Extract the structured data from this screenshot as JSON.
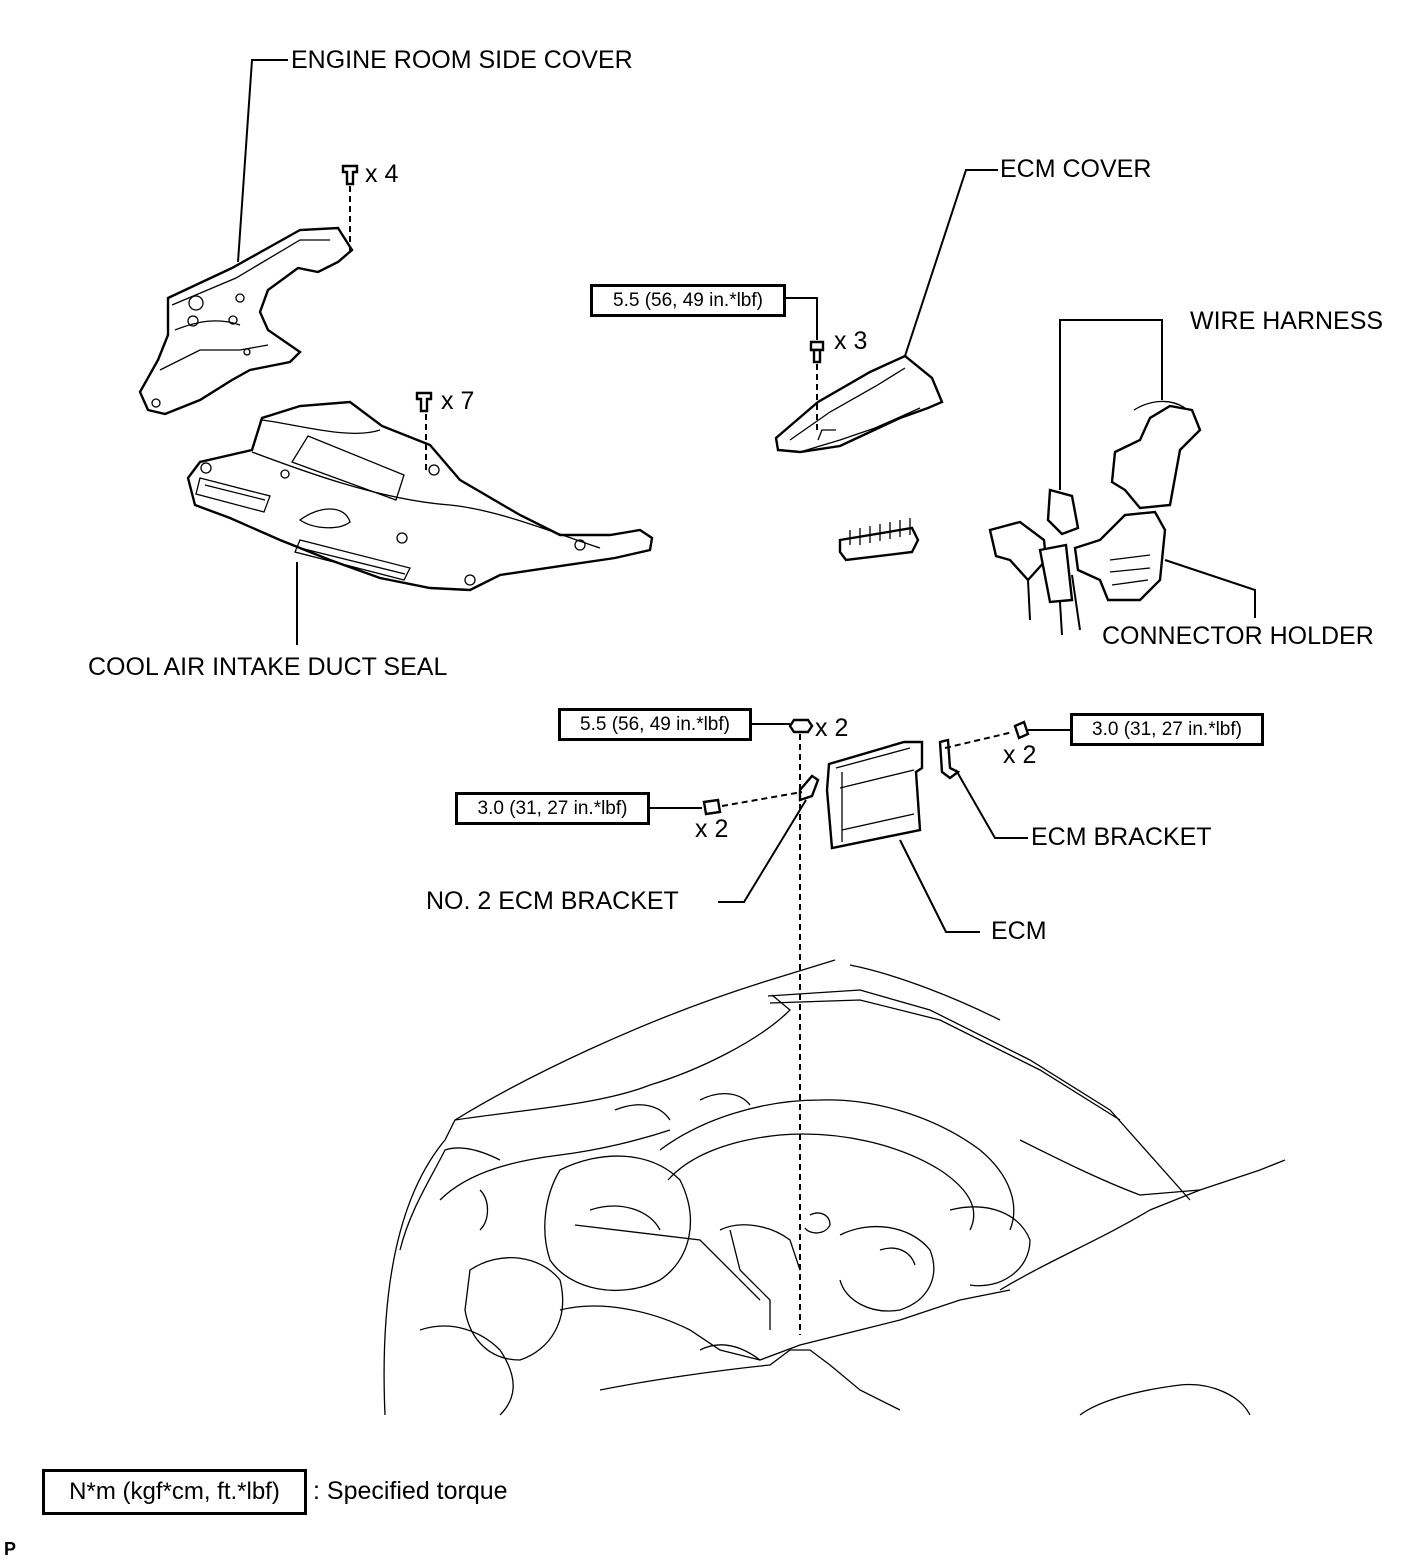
{
  "labels": {
    "engine_room_side_cover": "ENGINE ROOM SIDE COVER",
    "ecm_cover": "ECM COVER",
    "wire_harness": "WIRE HARNESS",
    "connector_holder": "CONNECTOR HOLDER",
    "cool_air_intake_duct_seal": "COOL AIR INTAKE DUCT SEAL",
    "ecm_bracket": "ECM BRACKET",
    "no2_ecm_bracket": "NO. 2 ECM BRACKET",
    "ecm": "ECM"
  },
  "quantities": {
    "side_cover_clips": "x 4",
    "duct_seal_clips": "x 7",
    "ecm_cover_bolts": "x 3",
    "ecm_nuts": "x 2",
    "ecm_bracket_bolts": "x 2",
    "no2_bracket_bolts": "x 2"
  },
  "torques": {
    "ecm_cover_bolt": "5.5 (56, 49 in.*lbf)",
    "ecm_nut": "5.5 (56, 49 in.*lbf)",
    "ecm_bracket_bolt": "3.0 (31, 27 in.*lbf)",
    "no2_bracket_bolt": "3.0 (31, 27 in.*lbf)"
  },
  "legend": {
    "unit_box": "N*m (kgf*cm, ft.*lbf)",
    "description": ": Specified torque"
  },
  "footer_mark": "P"
}
